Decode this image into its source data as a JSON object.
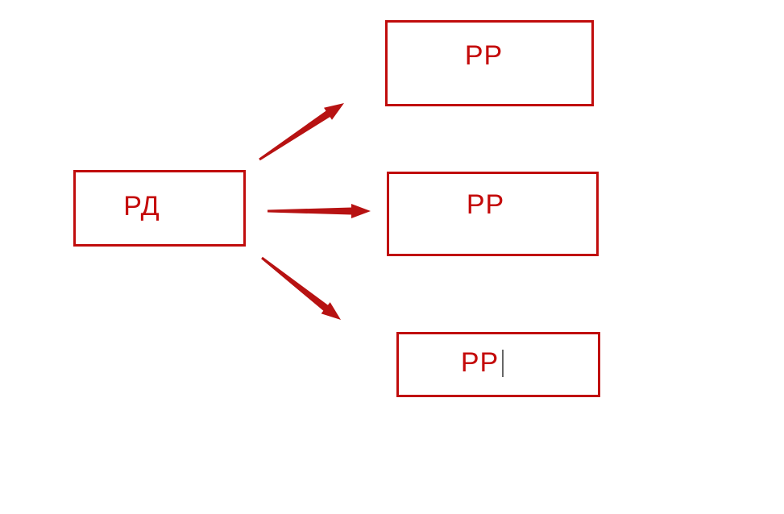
{
  "diagram": {
    "background_color": "#ffffff",
    "accent_color": "#c00c0c",
    "arrow_color": "#b71212",
    "text_color": "#c40a0a",
    "caret_color": "#666666",
    "nodes": [
      {
        "id": "source",
        "label": "РД",
        "editing": false
      },
      {
        "id": "target-top",
        "label": "РР",
        "editing": false
      },
      {
        "id": "target-middle",
        "label": "РР",
        "editing": false
      },
      {
        "id": "target-bottom",
        "label": "РР",
        "editing": true
      }
    ],
    "edges": [
      {
        "from": "source",
        "to": "target-top"
      },
      {
        "from": "source",
        "to": "target-middle"
      },
      {
        "from": "source",
        "to": "target-bottom"
      }
    ]
  }
}
